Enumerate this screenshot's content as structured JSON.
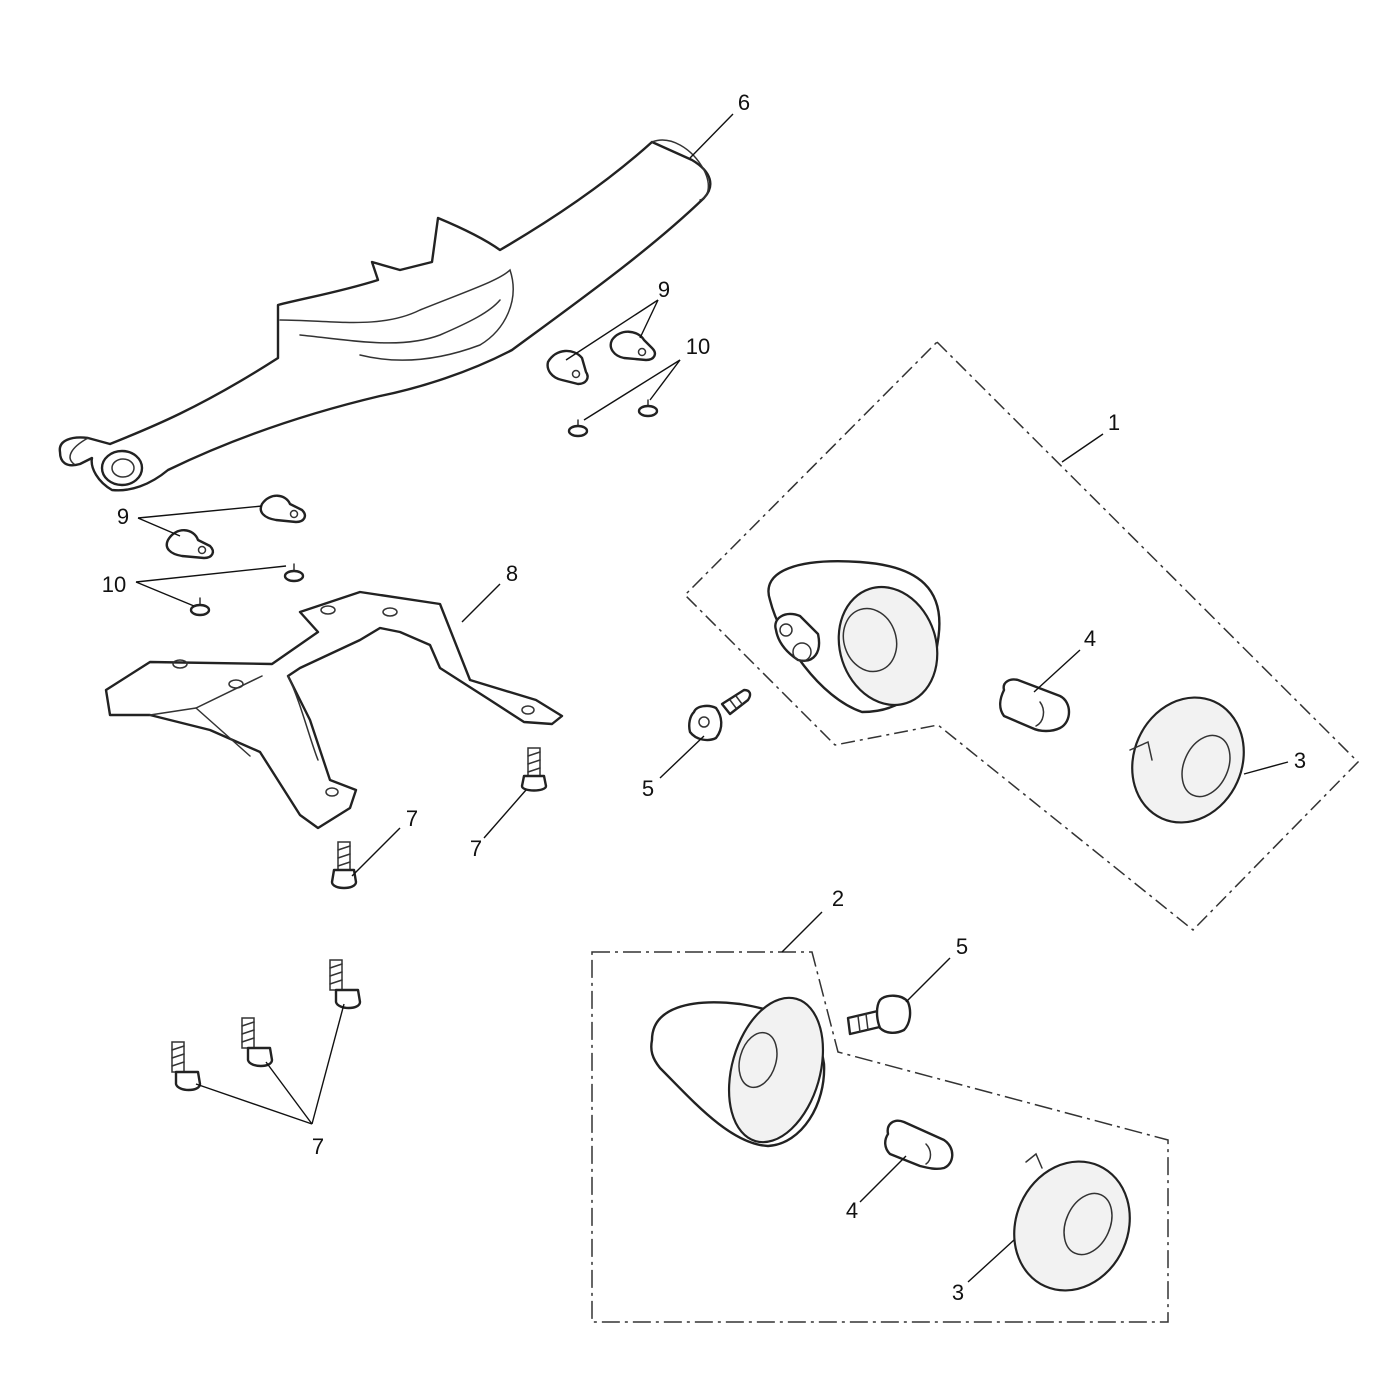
{
  "callouts": {
    "kit_1": "1",
    "kit_2": "2",
    "lens_upper": "3",
    "lens_lower": "3",
    "bulb_upper": "4",
    "bulb_lower": "4",
    "screw_upper": "5",
    "screw_lower": "5",
    "handlebar": "6",
    "bolt_bracket_left": "7",
    "bolt_bracket_right": "7",
    "bolt_loose": "7",
    "bracket": "8",
    "clip_upper": "9",
    "clip_lower": "9",
    "rivet_upper": "10",
    "rivet_lower": "10"
  }
}
